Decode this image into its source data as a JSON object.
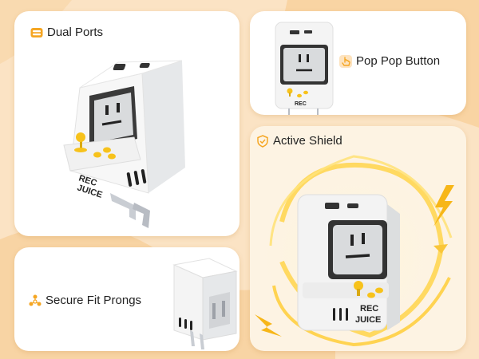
{
  "features": {
    "dual_ports": {
      "label": "Dual Ports",
      "icon": "usb-port-icon"
    },
    "pop_button": {
      "label": "Pop Pop Button",
      "icon": "hand-press-icon"
    },
    "active_shield": {
      "label": "Active Shield",
      "icon": "shield-check-icon"
    },
    "secure_prongs": {
      "label": "Secure Fit Prongs",
      "icon": "connected-nodes-icon"
    }
  },
  "product": {
    "logo_text": "RECJUICE"
  },
  "colors": {
    "accent": "#f5a623",
    "background": "#fbe3c4",
    "joystick": "#f7c21b",
    "glow": "#ffd34a"
  }
}
